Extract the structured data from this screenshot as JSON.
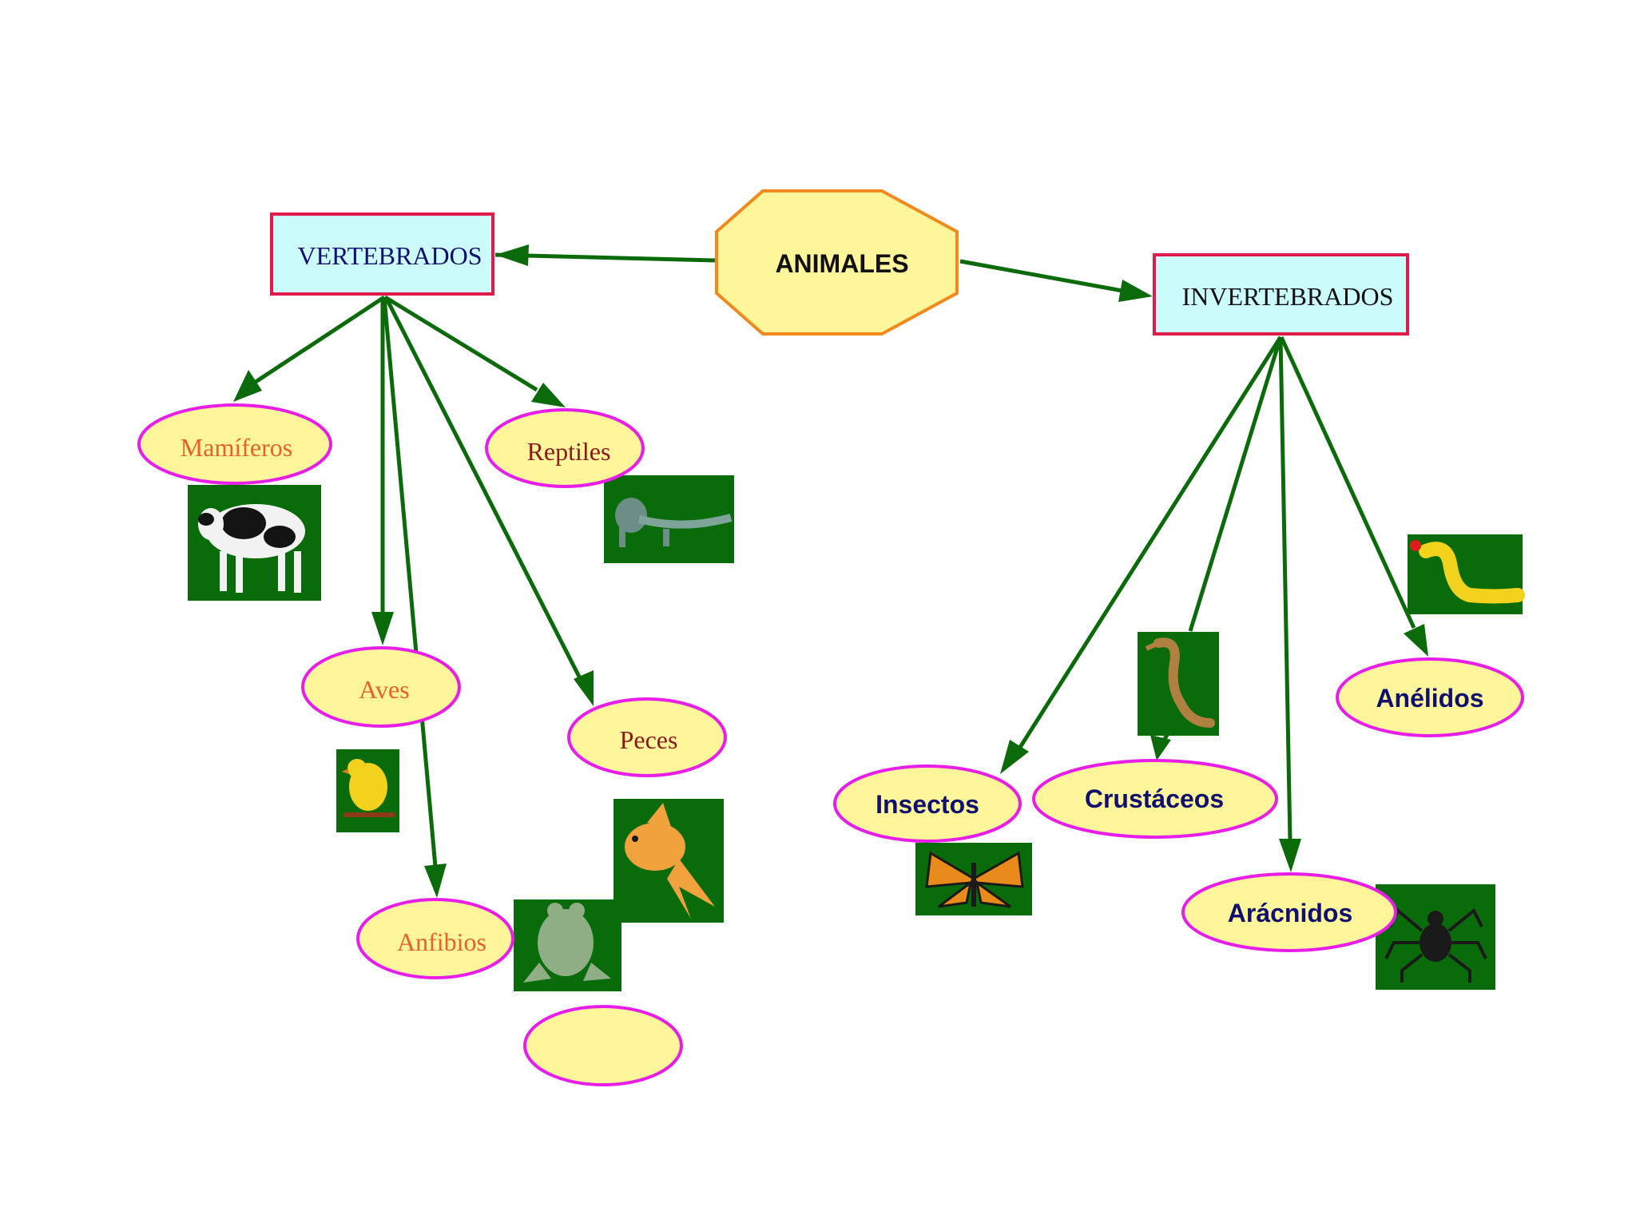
{
  "colors": {
    "arrow": "#0b6b0b",
    "box_fill": "#ccfbfb",
    "box_stroke": "#e01b4c",
    "octagon_fill": "#fff59a",
    "octagon_stroke": "#f0891e",
    "ellipse_fill": "#fff59a",
    "ellipse_stroke": "#e81ee8",
    "image_bg": "#0a6b0a",
    "label_orange": "#e8602a",
    "label_darkred": "#8b1a1a",
    "label_navy": "#10106e"
  },
  "root": {
    "label": "ANIMALES"
  },
  "vertebrados": {
    "label": "VERTEBRADOS",
    "children": [
      {
        "label": "Mamíferos",
        "picture": "cow-picture"
      },
      {
        "label": "Aves",
        "picture": "canary-picture"
      },
      {
        "label": "Anfibios",
        "picture": "frog-picture"
      },
      {
        "label": "Reptiles",
        "picture": "iguana-picture"
      },
      {
        "label": "Peces",
        "picture": "goldfish-picture"
      }
    ],
    "empty_node": ""
  },
  "invertebrados": {
    "label": "INVERTEBRADOS",
    "children": [
      {
        "label": "Insectos",
        "picture": "butterfly-picture"
      },
      {
        "label": "Crustáceos",
        "picture": "seahorse-picture"
      },
      {
        "label": "Arácnidos",
        "picture": "spider-picture"
      },
      {
        "label": "Anélidos",
        "picture": "worm-picture"
      }
    ]
  }
}
